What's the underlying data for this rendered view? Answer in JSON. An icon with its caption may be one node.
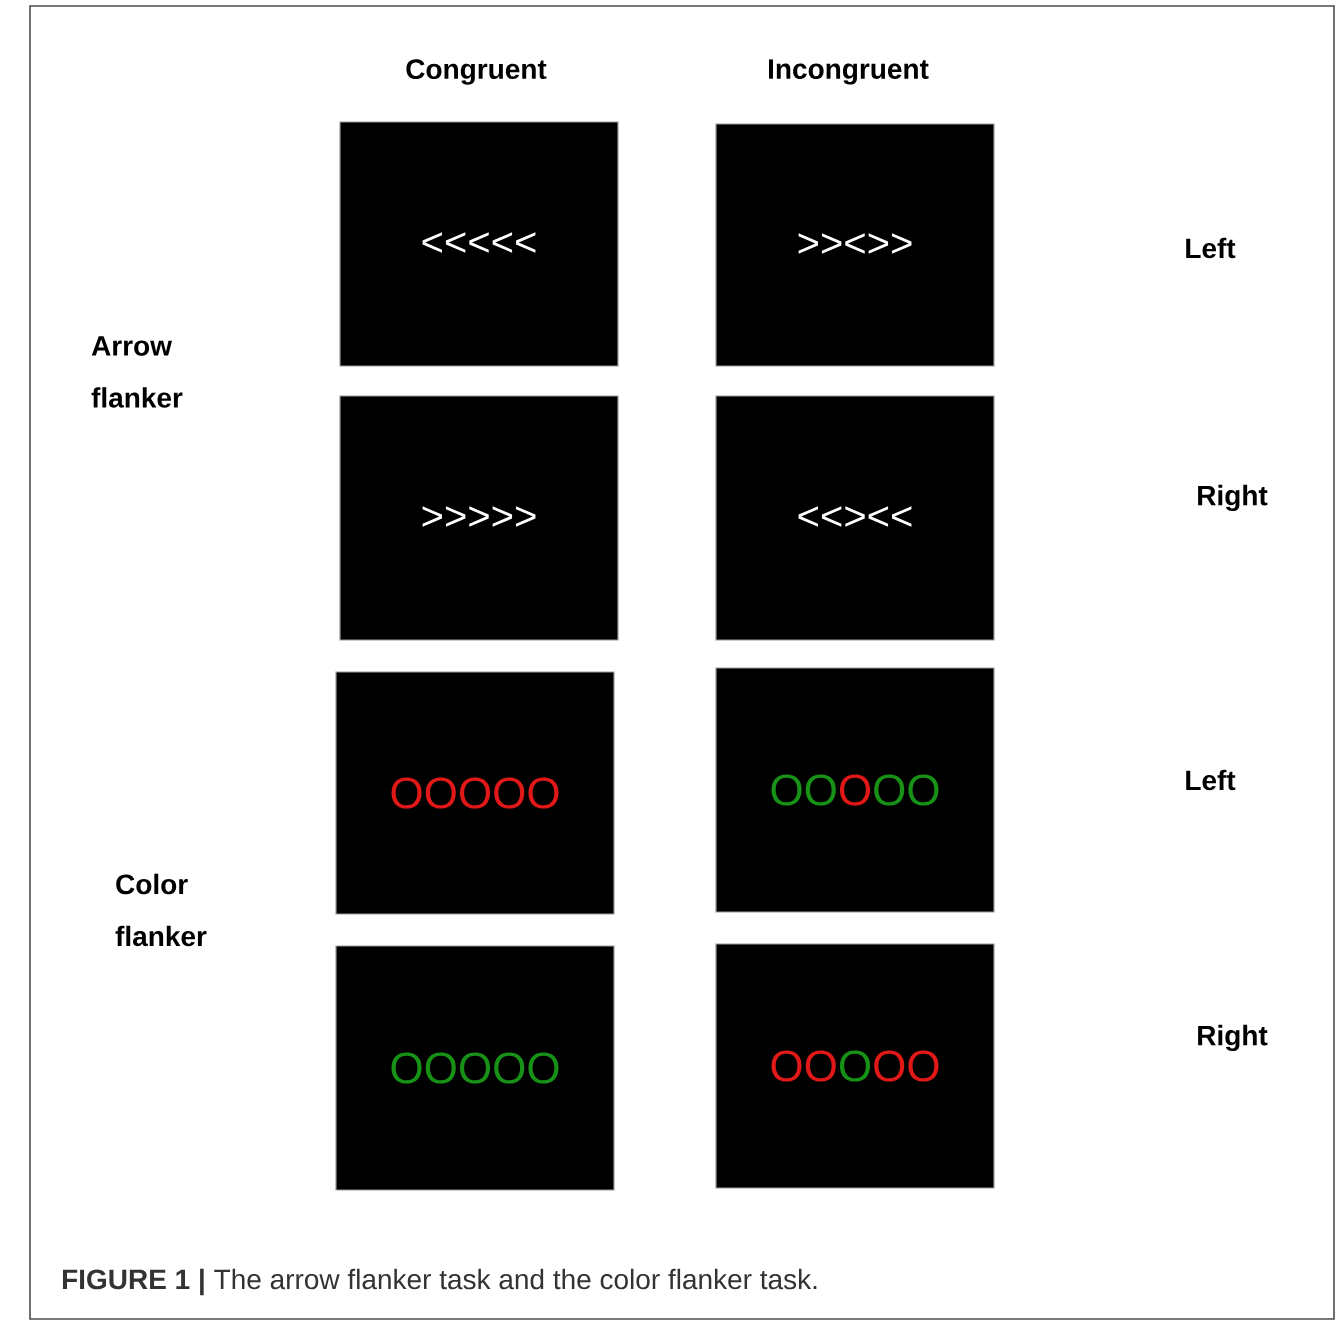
{
  "diagram": {
    "caption": "**FIGURE 1 |** The arrow flanker task and the color flanker task.",
    "nodes": [
      {
        "text": [
          "<<<<<"
        ]
      },
      {
        "text": [
          ">><>>"
        ]
      },
      {
        "text": [
          ">>>>>"
        ]
      },
      {
        "text": [
          "<<><<"
        ]
      },
      {
        "text": [
          "OOOOO"
        ]
      },
      {
        "text": [
          "OO",
          "O",
          "OO"
        ]
      },
      {
        "text": [
          "OOOOO"
        ]
      },
      {
        "text": [
          "OO",
          "O",
          "OO"
        ]
      }
    ],
    "edges": [],
    "labels": [
      "Congruent",
      "Incongruent",
      "Left",
      "Arrow flanker",
      "Right",
      "Left",
      "Color flanker",
      "Right"
    ]
  }
}
